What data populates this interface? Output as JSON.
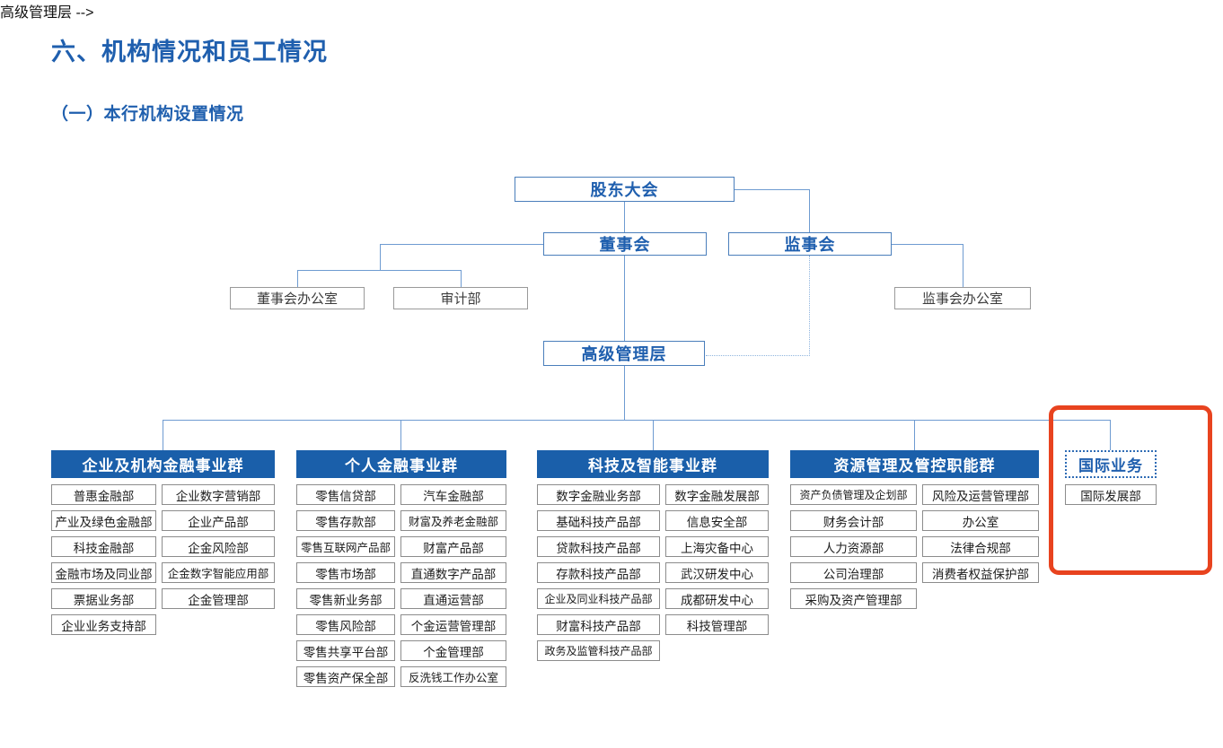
{
  "headings": {
    "main": "六、机构情况和员工情况",
    "sub": "（一）本行机构设置情况"
  },
  "colors": {
    "heading_blue": "#1F5FAE",
    "node_border_blue": "#4A7EBB",
    "group_header_blue": "#1A5FAA",
    "connector_blue": "#6E9BD1",
    "dept_border_gray": "#8C8C8C",
    "highlight_red": "#E8431F"
  },
  "chart_data": {
    "type": "org-chart",
    "title": "（一）本行机构设置情况",
    "nodes": {
      "shareholders_meeting": "股东大会",
      "board_of_directors": "董事会",
      "board_of_supervisors": "监事会",
      "board_office": "董事会办公室",
      "audit_department": "审计部",
      "supervisors_office": "监事会办公室",
      "senior_management": "高级管理层"
    },
    "edges": [
      {
        "from": "股东大会",
        "to": "董事会",
        "style": "solid"
      },
      {
        "from": "股东大会",
        "to": "监事会",
        "style": "solid"
      },
      {
        "from": "董事会",
        "to": "董事会办公室",
        "style": "solid"
      },
      {
        "from": "董事会",
        "to": "审计部",
        "style": "solid"
      },
      {
        "from": "监事会",
        "to": "监事会办公室",
        "style": "solid"
      },
      {
        "from": "董事会",
        "to": "高级管理层",
        "style": "solid"
      },
      {
        "from": "监事会",
        "to": "高级管理层",
        "style": "dotted"
      },
      {
        "from": "高级管理层",
        "to": "企业及机构金融事业群",
        "style": "solid"
      },
      {
        "from": "高级管理层",
        "to": "个人金融事业群",
        "style": "solid"
      },
      {
        "from": "高级管理层",
        "to": "科技及智能事业群",
        "style": "solid"
      },
      {
        "from": "高级管理层",
        "to": "资源管理及管控职能群",
        "style": "solid"
      },
      {
        "from": "高级管理层",
        "to": "国际业务",
        "style": "solid"
      }
    ],
    "groups": [
      {
        "name": "企业及机构金融事业群",
        "header_style": "filled",
        "columns": [
          [
            "普惠金融部",
            "产业及绿色金融部",
            "科技金融部",
            "金融市场及同业部",
            "票据业务部",
            "企业业务支持部"
          ],
          [
            "企业数字营销部",
            "企业产品部",
            "企金风险部",
            "企金数字智能应用部",
            "企金管理部"
          ]
        ]
      },
      {
        "name": "个人金融事业群",
        "header_style": "filled",
        "columns": [
          [
            "零售信贷部",
            "零售存款部",
            "零售互联网产品部",
            "零售市场部",
            "零售新业务部",
            "零售风险部",
            "零售共享平台部",
            "零售资产保全部"
          ],
          [
            "汽车金融部",
            "财富及养老金融部",
            "财富产品部",
            "直通数字产品部",
            "直通运营部",
            "个金运营管理部",
            "个金管理部",
            "反洗钱工作办公室"
          ]
        ]
      },
      {
        "name": "科技及智能事业群",
        "header_style": "filled",
        "columns": [
          [
            "数字金融业务部",
            "基础科技产品部",
            "贷款科技产品部",
            "存款科技产品部",
            "企业及同业科技产品部",
            "财富科技产品部",
            "政务及监管科技产品部"
          ],
          [
            "数字金融发展部",
            "信息安全部",
            "上海灾备中心",
            "武汉研发中心",
            "成都研发中心",
            "科技管理部"
          ]
        ]
      },
      {
        "name": "资源管理及管控职能群",
        "header_style": "filled",
        "columns": [
          [
            "资产负债管理及企划部",
            "财务会计部",
            "人力资源部",
            "公司治理部",
            "采购及资产管理部"
          ],
          [
            "风险及运营管理部",
            "办公室",
            "法律合规部",
            "消费者权益保护部"
          ]
        ]
      },
      {
        "name": "国际业务",
        "header_style": "dotted-outline",
        "highlighted": true,
        "columns": [
          [
            "国际发展部"
          ]
        ]
      }
    ]
  }
}
